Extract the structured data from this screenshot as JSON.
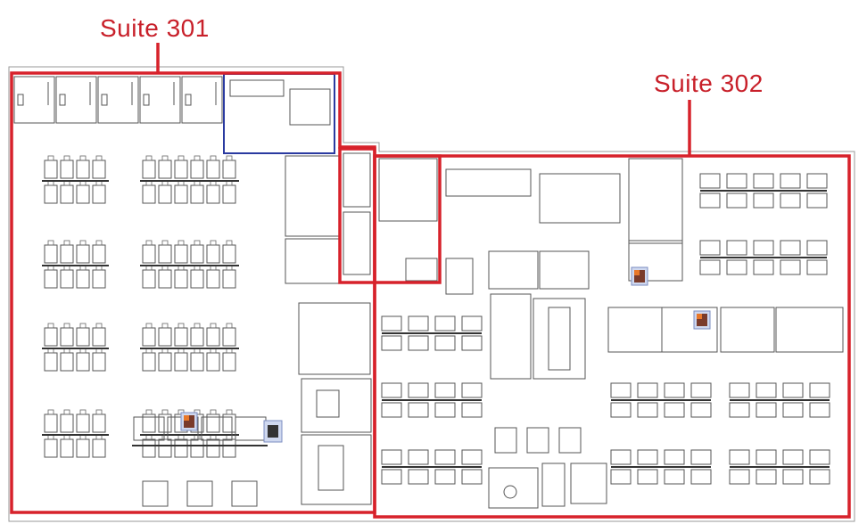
{
  "suites": [
    {
      "id": "301",
      "label": "Suite 301"
    },
    {
      "id": "302",
      "label": "Suite 302"
    }
  ],
  "colors": {
    "suite_outline": "#d7222b",
    "suite_label": "#c8202a",
    "highlight_room": "#2a3aa0",
    "linework": "#444444",
    "furniture": "#555555"
  },
  "icons": [
    "photo-marker-icon",
    "camera-marker-icon"
  ]
}
